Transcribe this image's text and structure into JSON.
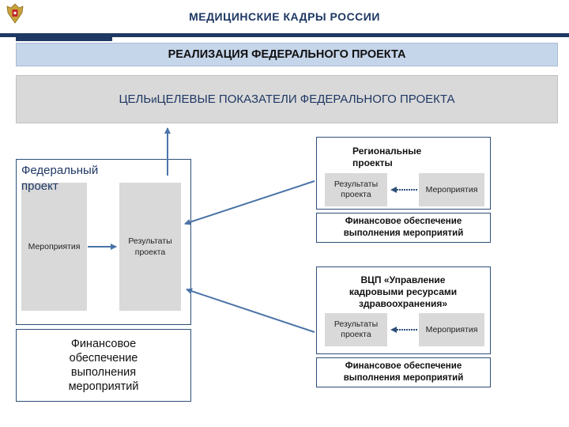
{
  "header": {
    "title": "МЕДИЦИНСКИЕ КАДРЫ РОССИИ",
    "logo_icon": "coat-of-arms-emblem",
    "accent_color": "#1f3864"
  },
  "section": {
    "title": "РЕАЛИЗАЦИЯ ФЕДЕРАЛЬНОГО ПРОЕКТА"
  },
  "goal": {
    "title_part1": "ЦЕЛЬ ",
    "title_part2": "и",
    "title_part3": " ЦЕЛЕВЫЕ ПОКАЗАТЕЛИ ФЕДЕРАЛЬНОГО ПРОЕКТА"
  },
  "federal": {
    "title": "Федеральный проект",
    "activities": "Мероприятия",
    "results": "Результаты проекта",
    "financing": "Финансовое обеспечение выполнения мероприятий"
  },
  "regional": {
    "title": "Региональные проекты",
    "results": "Результаты проекта",
    "activities": "Мероприятия",
    "financing": "Финансовое обеспечение выполнения мероприятий"
  },
  "vcp": {
    "title": "ВЦП «Управление кадровыми ресурсами здравоохранения»",
    "results": "Результаты проекта",
    "activities": "Мероприятия",
    "financing": "Финансовое обеспечение выполнения мероприятий"
  }
}
